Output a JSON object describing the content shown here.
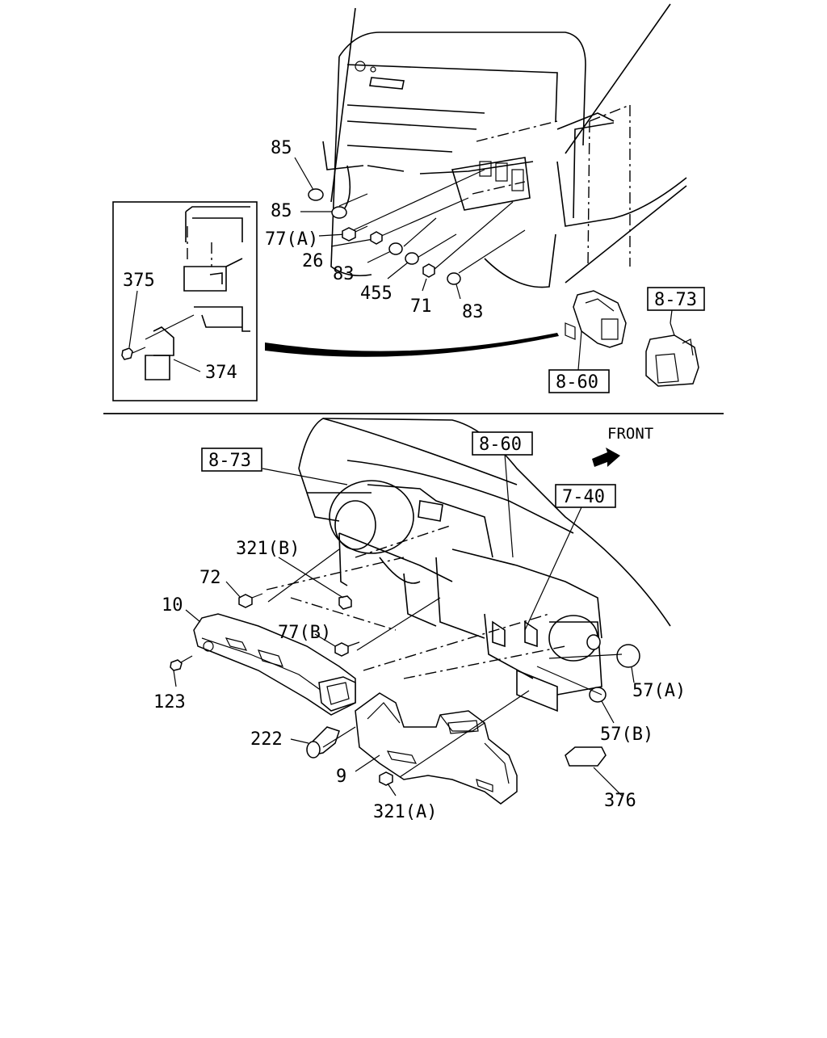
{
  "top_labels": {
    "p85a": "85",
    "p85b": "85",
    "p77a": "77(A)",
    "p26": "26",
    "p83a": "83",
    "p455": "455",
    "p71": "71",
    "p83b": "83",
    "p375": "375",
    "p374": "374"
  },
  "top_refs": {
    "r873": "8-73",
    "r860": "8-60"
  },
  "bottom_refs": {
    "r873": "8-73",
    "r860": "8-60",
    "r740": "7-40"
  },
  "bottom_labels": {
    "front": "FRONT",
    "p321b": "321(B)",
    "p72": "72",
    "p10": "10",
    "p77b": "77(B)",
    "p123": "123",
    "p57a": "57(A)",
    "p57b": "57(B)",
    "p222": "222",
    "p9": "9",
    "p321a": "321(A)",
    "p376": "376"
  }
}
